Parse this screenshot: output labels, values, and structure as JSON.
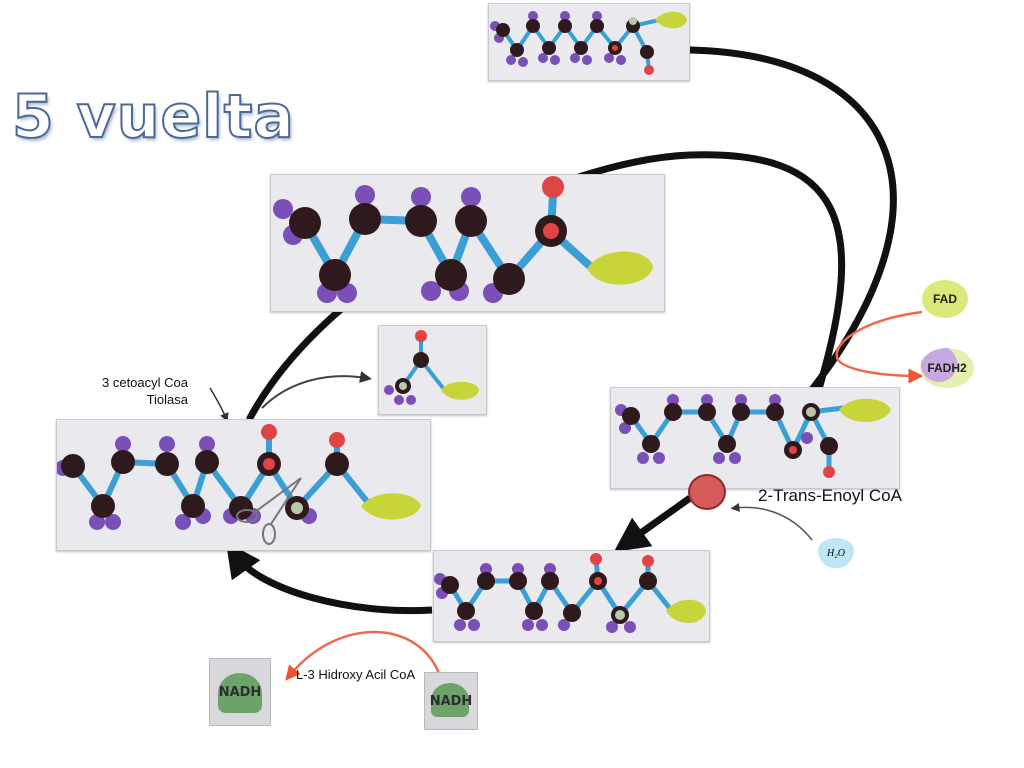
{
  "title": "5 vuelta",
  "labels": {
    "cetoacyl_line1": "3 cetoacyl Coa",
    "cetoacyl_line2": "Tiolasa",
    "trans_enoyl": "2-Trans-Enoyl CoA",
    "hidroxy_acil": "L-3 Hidroxy Acil CoA"
  },
  "cofactors": {
    "fad": "FAD",
    "fadh2": "FADH2",
    "water": "H₂O",
    "nadh_left": "NADH",
    "nadh_right": "NADH"
  },
  "colors": {
    "carbon": "#2e1a1c",
    "hydrogen": "#7a4fb8",
    "oxygen": "#e04444",
    "bond": "#3a9fd4",
    "coa": "#c7d43a",
    "arrow_main": "#111111",
    "arrow_thin": "#333333",
    "arrow_red": "#ee6a4a",
    "fad": "#dbe97a",
    "fadh2": "#c9a8e0",
    "title_stroke": "#4a6a96"
  }
}
